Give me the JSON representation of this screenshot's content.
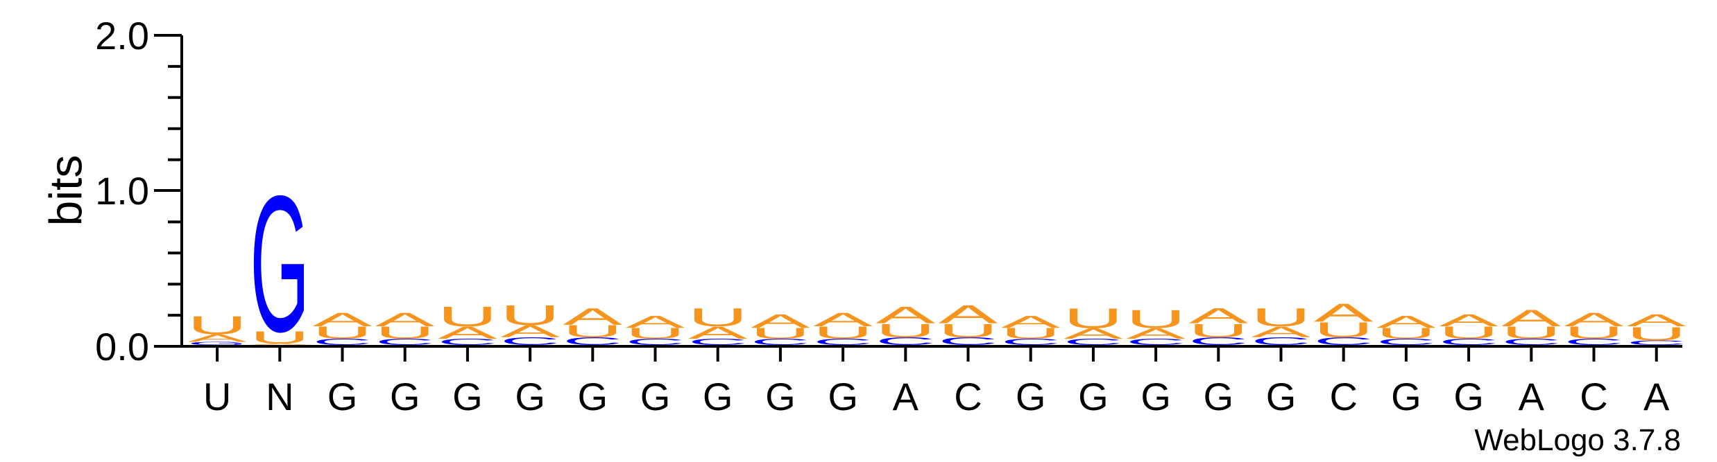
{
  "chart_data": {
    "type": "sequence-logo",
    "ylabel": "bits",
    "ylim": [
      0,
      2
    ],
    "y_ticks": [
      "0.0",
      "1.0",
      "2.0"
    ],
    "positions": [
      "U",
      "N",
      "G",
      "G",
      "G",
      "G",
      "G",
      "G",
      "G",
      "G",
      "G",
      "A",
      "C",
      "G",
      "G",
      "G",
      "G",
      "G",
      "C",
      "G",
      "G",
      "A",
      "C",
      "A"
    ],
    "colors": {
      "A": "#F7941D",
      "U": "#F7941D",
      "C": "#0000FF",
      "G": "#0000FF"
    },
    "stacks": [
      [
        [
          "G",
          0.02
        ],
        [
          "A",
          0.05
        ],
        [
          "U",
          0.12
        ]
      ],
      [
        [
          "A",
          0.01
        ],
        [
          "U",
          0.08
        ],
        [
          "G",
          0.9
        ]
      ],
      [
        [
          "C",
          0.04
        ],
        [
          "U",
          0.08
        ],
        [
          "A",
          0.09
        ]
      ],
      [
        [
          "C",
          0.04
        ],
        [
          "U",
          0.08
        ],
        [
          "A",
          0.09
        ]
      ],
      [
        [
          "C",
          0.04
        ],
        [
          "A",
          0.08
        ],
        [
          "U",
          0.13
        ]
      ],
      [
        [
          "C",
          0.05
        ],
        [
          "A",
          0.08
        ],
        [
          "U",
          0.13
        ]
      ],
      [
        [
          "C",
          0.05
        ],
        [
          "U",
          0.08
        ],
        [
          "A",
          0.11
        ]
      ],
      [
        [
          "C",
          0.04
        ],
        [
          "U",
          0.07
        ],
        [
          "A",
          0.08
        ]
      ],
      [
        [
          "C",
          0.04
        ],
        [
          "A",
          0.08
        ],
        [
          "U",
          0.12
        ]
      ],
      [
        [
          "C",
          0.04
        ],
        [
          "U",
          0.07
        ],
        [
          "A",
          0.09
        ]
      ],
      [
        [
          "C",
          0.04
        ],
        [
          "U",
          0.08
        ],
        [
          "A",
          0.09
        ]
      ],
      [
        [
          "C",
          0.05
        ],
        [
          "U",
          0.09
        ],
        [
          "A",
          0.11
        ]
      ],
      [
        [
          "C",
          0.05
        ],
        [
          "U",
          0.09
        ],
        [
          "A",
          0.12
        ]
      ],
      [
        [
          "C",
          0.04
        ],
        [
          "U",
          0.07
        ],
        [
          "A",
          0.08
        ]
      ],
      [
        [
          "C",
          0.04
        ],
        [
          "A",
          0.07
        ],
        [
          "U",
          0.13
        ]
      ],
      [
        [
          "C",
          0.04
        ],
        [
          "A",
          0.07
        ],
        [
          "U",
          0.12
        ]
      ],
      [
        [
          "C",
          0.05
        ],
        [
          "U",
          0.09
        ],
        [
          "A",
          0.1
        ]
      ],
      [
        [
          "C",
          0.05
        ],
        [
          "A",
          0.07
        ],
        [
          "U",
          0.12
        ]
      ],
      [
        [
          "C",
          0.05
        ],
        [
          "U",
          0.1
        ],
        [
          "A",
          0.12
        ]
      ],
      [
        [
          "C",
          0.04
        ],
        [
          "U",
          0.07
        ],
        [
          "A",
          0.08
        ]
      ],
      [
        [
          "C",
          0.04
        ],
        [
          "U",
          0.08
        ],
        [
          "A",
          0.08
        ]
      ],
      [
        [
          "C",
          0.04
        ],
        [
          "U",
          0.08
        ],
        [
          "A",
          0.11
        ]
      ],
      [
        [
          "C",
          0.04
        ],
        [
          "U",
          0.08
        ],
        [
          "A",
          0.09
        ]
      ],
      [
        [
          "C",
          0.03
        ],
        [
          "U",
          0.09
        ],
        [
          "A",
          0.08
        ]
      ]
    ]
  },
  "credit": "WebLogo 3.7.8"
}
